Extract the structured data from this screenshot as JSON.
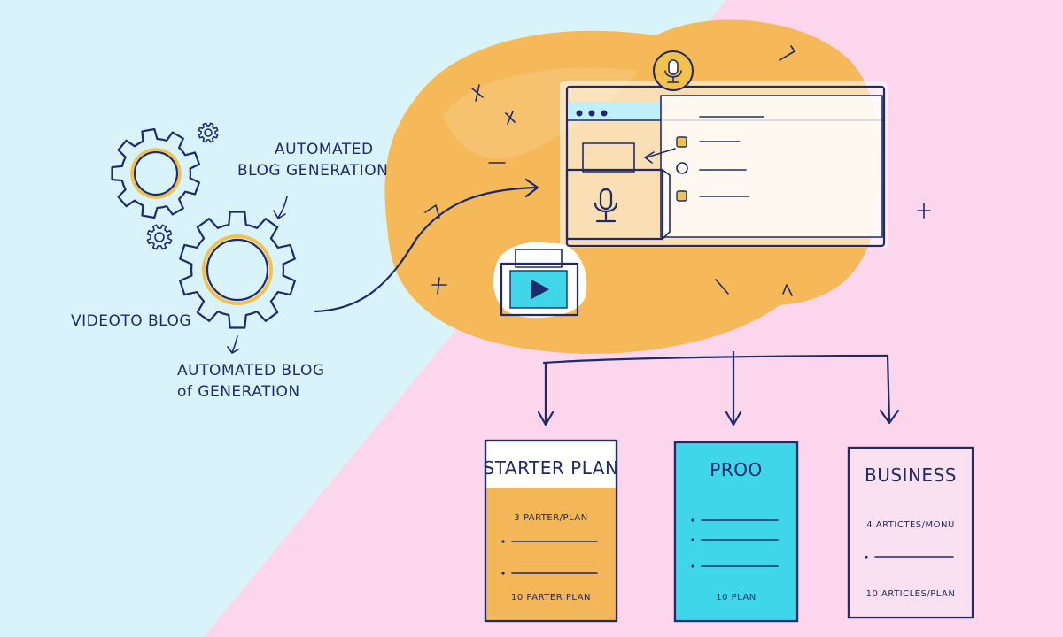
{
  "colors": {
    "bg_left": "#d9f3fb",
    "bg_right": "#fcd6ec",
    "blob": "#f5b95a",
    "ink": "#1f2a6b",
    "gear": "#f2c14e",
    "cyan": "#3fd6ea",
    "starter_fill": "#f3b75a",
    "pro_fill": "#3fd6ea",
    "business_fill": "#f9e1f2"
  },
  "labels": {
    "top_label_line1": "AUTOMATED",
    "top_label_line2": "BLOG GENERATION",
    "left_label": "VIDEOTO BLOG",
    "bottom_label_line1": "AUTOMATED BLOG",
    "bottom_label_line2": "of GENERATION"
  },
  "icons": [
    "gear-icon",
    "microphone-icon",
    "video-camera-icon",
    "play-icon",
    "browser-window-icon"
  ],
  "plans": [
    {
      "title": "STARTER PLAN",
      "line1": "3 PARTER/PLAN",
      "footer": "10 PARTER PLAN"
    },
    {
      "title": "PROO",
      "line1": "",
      "footer": "10 PLAN"
    },
    {
      "title": "BUSINESS",
      "line1": "4 ARTICTES/MONU",
      "footer": "10 ARTICLES/PLAN"
    }
  ]
}
